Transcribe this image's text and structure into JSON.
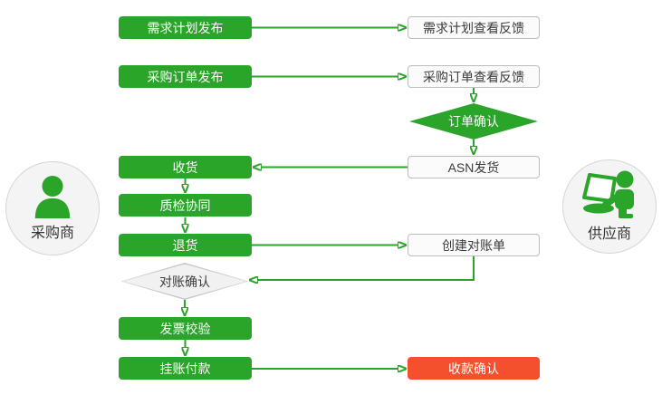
{
  "colors": {
    "accent_green": "#2aa52a",
    "accent_red": "#f4502d",
    "neutral_box_fill": "#fbfbfb",
    "neutral_box_border": "#bdbdbd",
    "diamond_gray_fill": "#f1f1f1",
    "text_dark": "#3b3b3b",
    "text_light": "#ffffff"
  },
  "actors": {
    "buyer": {
      "label": "采购商"
    },
    "supplier": {
      "label": "供应商"
    }
  },
  "nodes": {
    "demand_publish": {
      "label": "需求计划发布"
    },
    "demand_feedback": {
      "label": "需求计划查看反馈"
    },
    "po_publish": {
      "label": "采购订单发布"
    },
    "po_feedback": {
      "label": "采购订单查看反馈"
    },
    "order_confirm": {
      "label": "订单确认"
    },
    "receive": {
      "label": "收货"
    },
    "asn_ship": {
      "label": "ASN发货"
    },
    "quality_check": {
      "label": "质检协同"
    },
    "return_goods": {
      "label": "退货"
    },
    "create_statement": {
      "label": "创建对账单"
    },
    "statement_confirm": {
      "label": "对账确认"
    },
    "invoice_check": {
      "label": "发票校验"
    },
    "payment": {
      "label": "挂账付款"
    },
    "receipt_confirm": {
      "label": "收款确认"
    }
  }
}
